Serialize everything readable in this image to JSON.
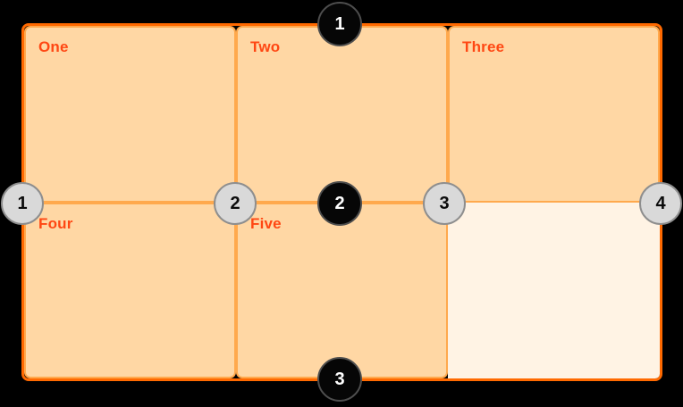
{
  "diagram": {
    "title": "css-grid-lines-diagram",
    "cells": [
      {
        "label": "One"
      },
      {
        "label": "Two"
      },
      {
        "label": "Three"
      },
      {
        "label": "Four"
      },
      {
        "label": "Five"
      },
      {
        "label": ""
      }
    ],
    "row_lines": [
      "1",
      "2",
      "3"
    ],
    "column_lines": [
      "1",
      "2",
      "3",
      "4"
    ],
    "colors": {
      "background": "#000000",
      "container_border": "#ff6900",
      "cell_border": "#ffa94d",
      "cell_background": "#ffd7a4",
      "empty_cell_background": "#fff3e4",
      "label_text": "#ff4713",
      "row_marker_fill": "#060606",
      "row_marker_text": "#ffffff",
      "column_marker_fill": "#d9d9d9",
      "column_marker_text": "#0b0b0b"
    }
  }
}
